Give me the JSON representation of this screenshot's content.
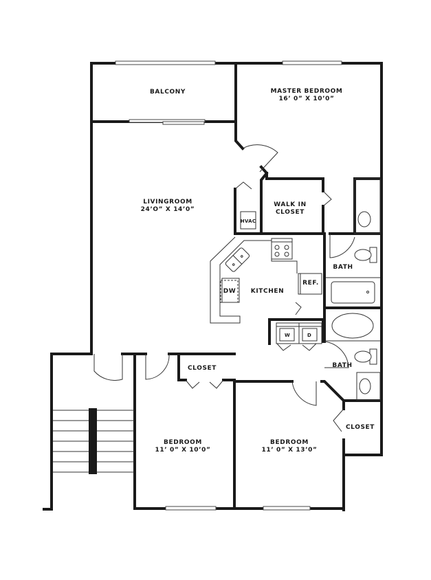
{
  "rooms": {
    "balcony": {
      "name": "BALCONY"
    },
    "master_bedroom": {
      "name": "MASTER BEDROOM",
      "dimensions": "16’ 0” X 10’0”"
    },
    "living_room": {
      "name": "LIVINGROOM",
      "dimensions": "24’O” X 14’0”"
    },
    "walk_in_closet": {
      "name": "WALK IN",
      "name_line2": "CLOSET"
    },
    "kitchen": {
      "name": "KITCHEN"
    },
    "bath_master": {
      "name": "BATH"
    },
    "bath_hall": {
      "name": "BATH"
    },
    "closet_bedroom1": {
      "name": "CLOSET"
    },
    "closet_bedroom2": {
      "name": "CLOSET"
    },
    "bedroom1": {
      "name": "BEDROOM",
      "dimensions": "11’ 0” X 10’0”"
    },
    "bedroom2": {
      "name": "BEDROOM",
      "dimensions": "11’ 0” X 13’0”"
    }
  },
  "fixtures": {
    "hvac": "HVAC",
    "dishwasher": "DW",
    "refrigerator": "REF.",
    "washer": "W",
    "dryer": "D"
  },
  "colors": {
    "wall": "#1a1a1a",
    "background": "#ffffff"
  }
}
